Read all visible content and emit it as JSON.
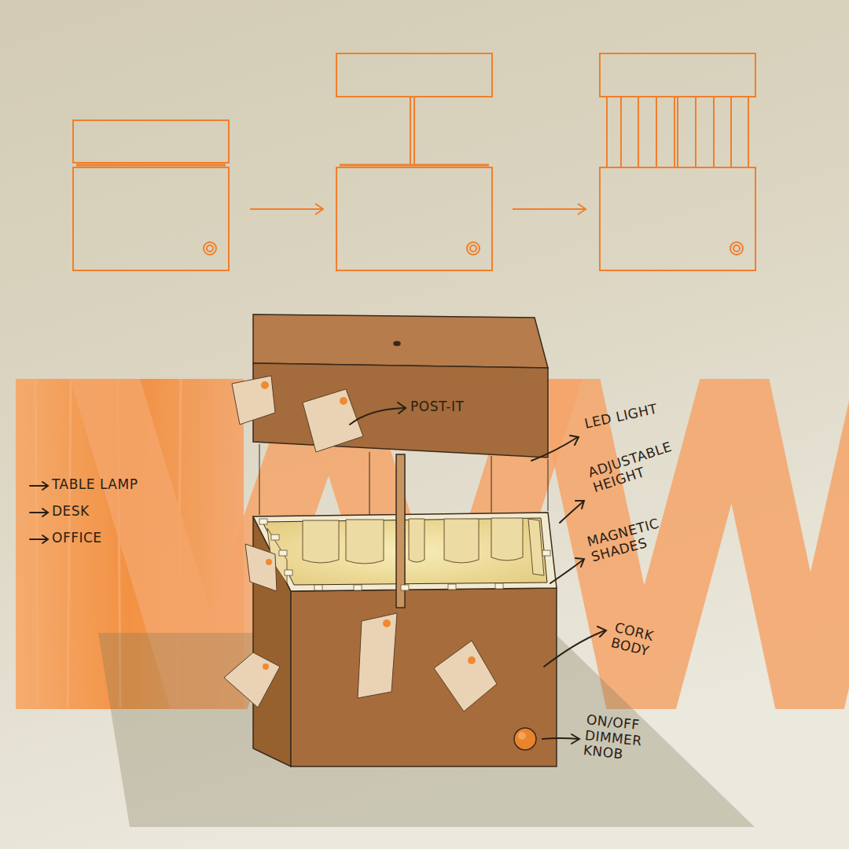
{
  "diagram": {
    "labels": [
      "TABLE LAMP",
      "DESK",
      "OFFICE",
      "POST-IT",
      "LED LIGHT",
      "ADJUSTABLE HEIGHT",
      "MAGNETIC SHADES",
      "CORK BODY",
      "ON/OFF DIMMER KNOB"
    ]
  }
}
